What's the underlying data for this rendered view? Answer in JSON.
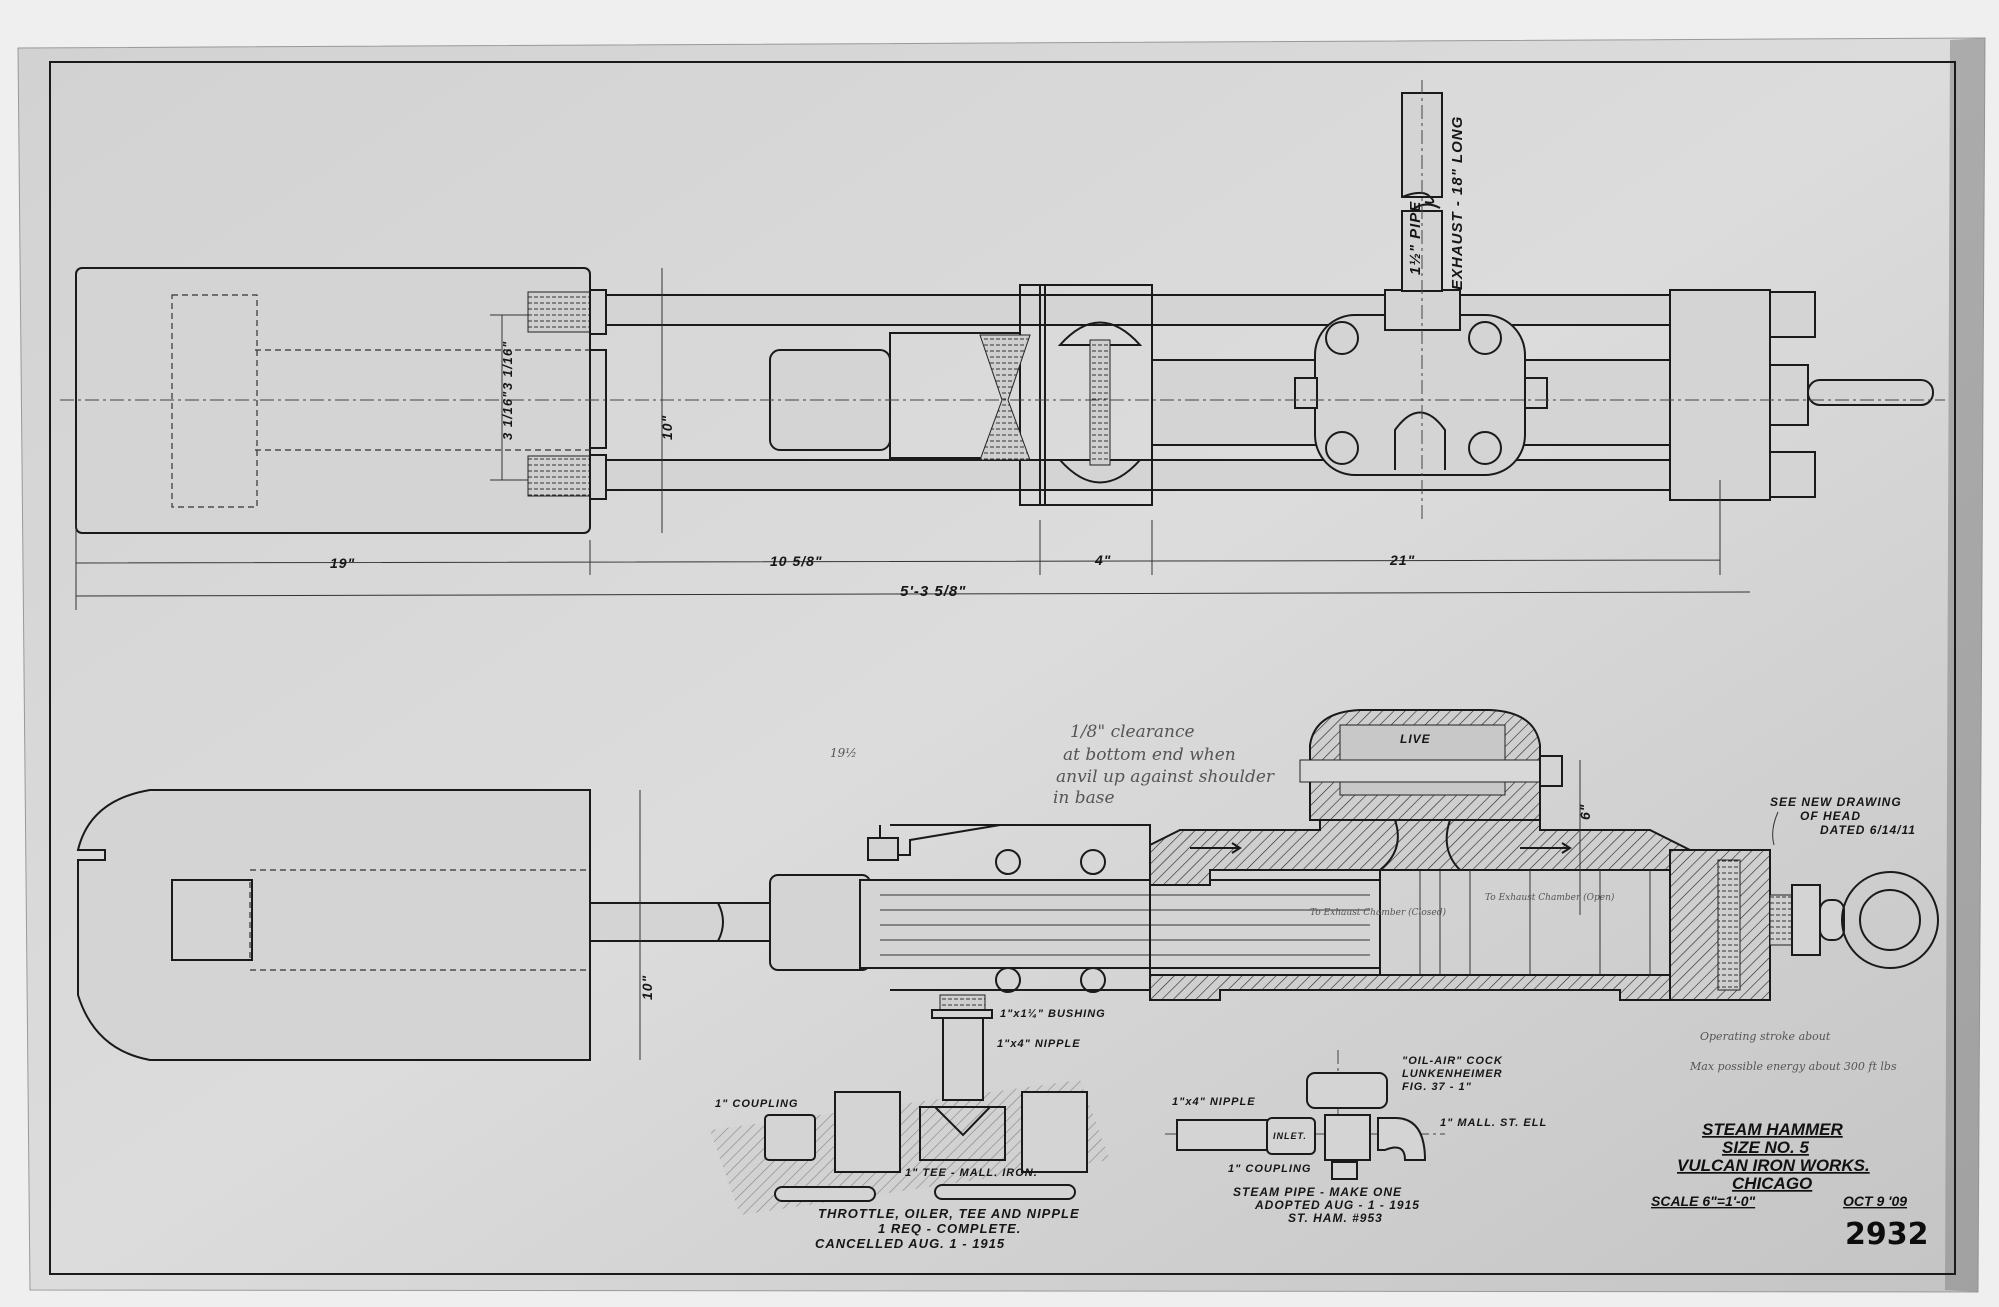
{
  "title_block": {
    "line1": "STEAM HAMMER",
    "line2": "SIZE NO. 5",
    "line3": "VULCAN IRON WORKS.",
    "line4": "CHICAGO",
    "scale": "SCALE 6\"=1'-0\"",
    "date": "OCT 9 '09",
    "drawing_number": "2932"
  },
  "top_view": {
    "exhaust_note": "EXHAUST - 18\" LONG",
    "pipe_note": "1½\" PIPE",
    "dim_vertical_upper": "3 1/16\"",
    "dim_vertical_lower": "3 1/16\"",
    "dim_height": "10\"",
    "dims": [
      "19\"",
      "10 5/8\"",
      "4\"",
      "21\""
    ],
    "overall": "5'-3 5/8\""
  },
  "section_view": {
    "clearance_note": [
      "1/8\" clearance",
      "at bottom end when",
      "anvil up against shoulder",
      "in base"
    ],
    "live_label": "LIVE",
    "exhaust_closed": "To Exhaust Chamber (Closed)",
    "exhaust_open": "To Exhaust Chamber (Open)",
    "dim_6": "6\"",
    "dim_10": "10\"",
    "side_mark": "19½",
    "see_new_drawing": [
      "SEE NEW DRAWING",
      "OF HEAD",
      "DATED 6/14/11"
    ],
    "operating_note": [
      "Operating stroke about",
      "Max possible energy about 300 ft lbs"
    ]
  },
  "throttle_detail": {
    "bushing": "1\"x1¼\" BUSHING",
    "nipple": "1\"x4\" NIPPLE",
    "coupling": "1\" COUPLING",
    "tee": "1\" TEE - MALL. IRON.",
    "caption": [
      "THROTTLE, OILER, TEE AND NIPPLE",
      "1 REQ - COMPLETE."
    ],
    "cancelled": "CANCELLED   AUG. 1 - 1915"
  },
  "steam_pipe_detail": {
    "cock": [
      "\"OIL-AIR\" COCK",
      "LUNKENHEIMER",
      "FIG. 37 - 1\""
    ],
    "nipple": "1\"x4\" NIPPLE",
    "inlet": "INLET.",
    "coupling": "1\" COUPLING",
    "ell": "1\" MALL. ST. ELL",
    "caption": [
      "STEAM PIPE - MAKE ONE",
      "ADOPTED AUG - 1 - 1915",
      "ST. HAM. #953"
    ]
  }
}
